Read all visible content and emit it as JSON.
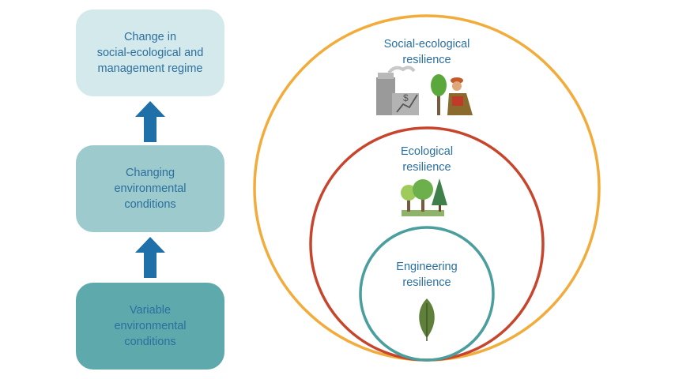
{
  "stages": [
    {
      "text": "Change in\nsocial-ecological and\nmanagement regime",
      "color": "#d4e9eb"
    },
    {
      "text": "Changing\nenvironmental\nconditions",
      "color": "#9ccacd"
    },
    {
      "text": "Variable\nenvironmental\nconditions",
      "color": "#5ea9ac"
    }
  ],
  "arrow_color": "#1f6fa8",
  "circles": [
    {
      "label": "Social-ecological\nresilience",
      "color": "#f2ac3c",
      "icon": "factory-and-farmer-icon"
    },
    {
      "label": "Ecological\nresilience",
      "color": "#c8452d",
      "icon": "trees-icon"
    },
    {
      "label": "Engineering\nresilience",
      "color": "#4a9e9e",
      "icon": "leaf-icon"
    }
  ]
}
